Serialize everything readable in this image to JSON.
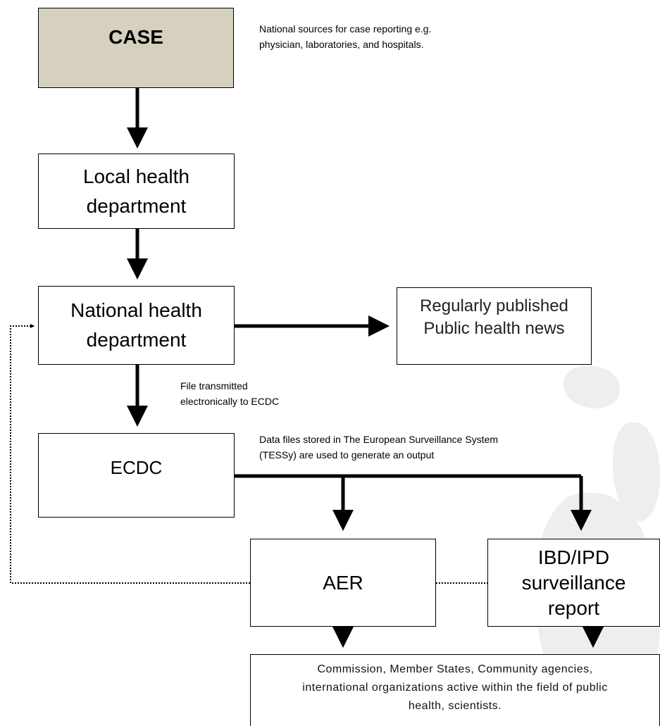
{
  "nodes": {
    "case": "CASE",
    "local": "Local health\ndepartment",
    "national": "National health\ndepartment",
    "published": "Regularly published\nPublic health news",
    "ecdc": "ECDC",
    "aer": "AER",
    "ibd": "IBD/IPD\nsurveillance\nreport",
    "audience": "Commission, Member States, Community agencies,\ninternational organizations active within the field of public\nhealth, scientists."
  },
  "notes": {
    "sources": "National sources for case reporting e.g.\nphysician, laboratories, and hospitals.",
    "transmitted": "File transmitted\nelectronically to ECDC",
    "tessy": "Data files stored in The European Surveillance System\n(TESSy) are used to generate an output"
  },
  "colors": {
    "case_fill": "#d6d1bf",
    "line": "#000000",
    "background_map": "#ececec"
  }
}
